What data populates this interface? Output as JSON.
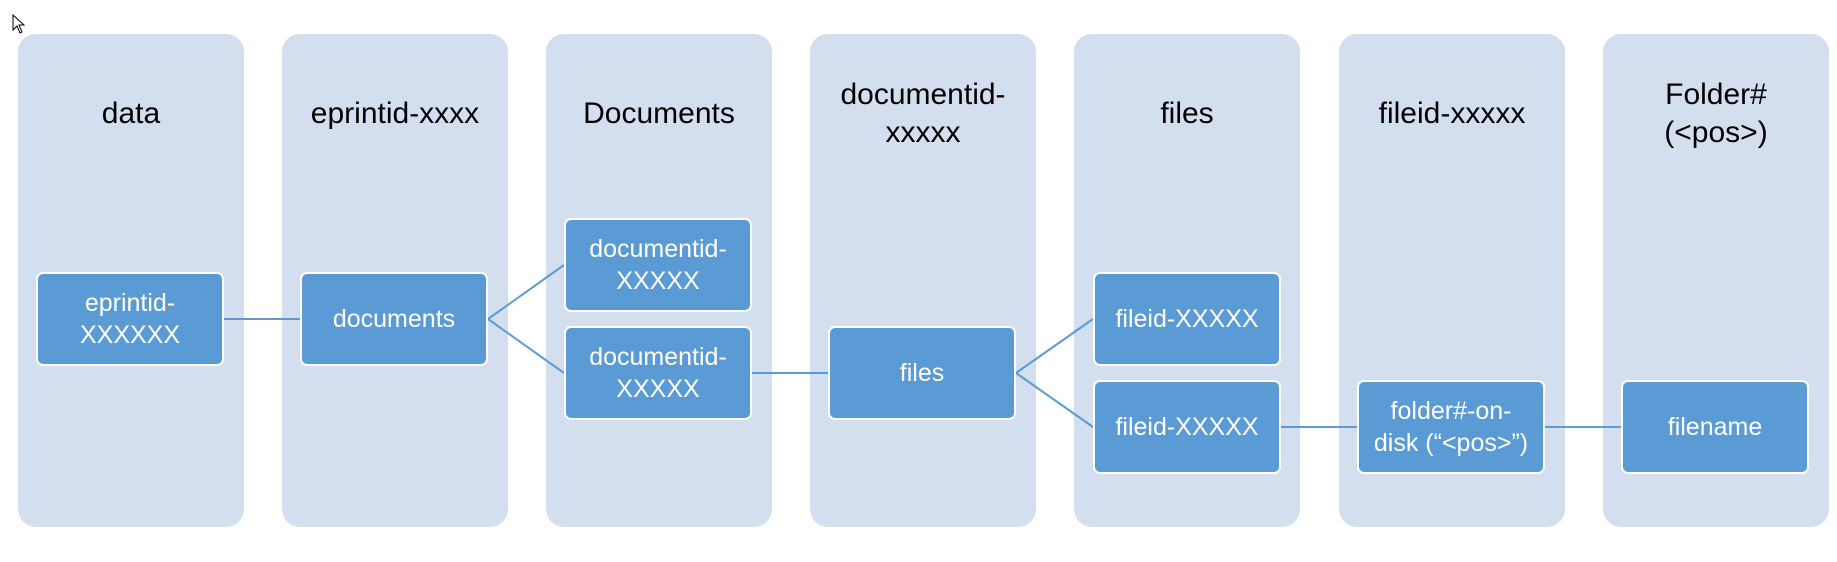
{
  "columns": [
    {
      "title": "data"
    },
    {
      "title": "eprintid-xxxx"
    },
    {
      "title": "Documents"
    },
    {
      "title": "documentid-\nxxxxx"
    },
    {
      "title": "files"
    },
    {
      "title": "fileid-xxxxx"
    },
    {
      "title": "Folder#\n(<pos>)"
    }
  ],
  "nodes": {
    "eprint": "eprintid-\nXXXXXX",
    "documents": "documents",
    "document_1": "documentid-\nXXXXX",
    "document_2": "documentid-\nXXXXX",
    "files": "files",
    "file_1": "fileid-XXXXX",
    "file_2": "fileid-XXXXX",
    "folder_on_disk": "folder#-on-\ndisk (“<pos>”)",
    "filename": "filename"
  },
  "colors": {
    "column_bg": "#d3deef",
    "node_fill": "#5b9bd5",
    "node_border": "#ffffff",
    "connector": "#5b9bd5",
    "title_text": "#000000",
    "node_text": "#ffffff"
  },
  "icons": {
    "cursor": "cursor-icon"
  }
}
